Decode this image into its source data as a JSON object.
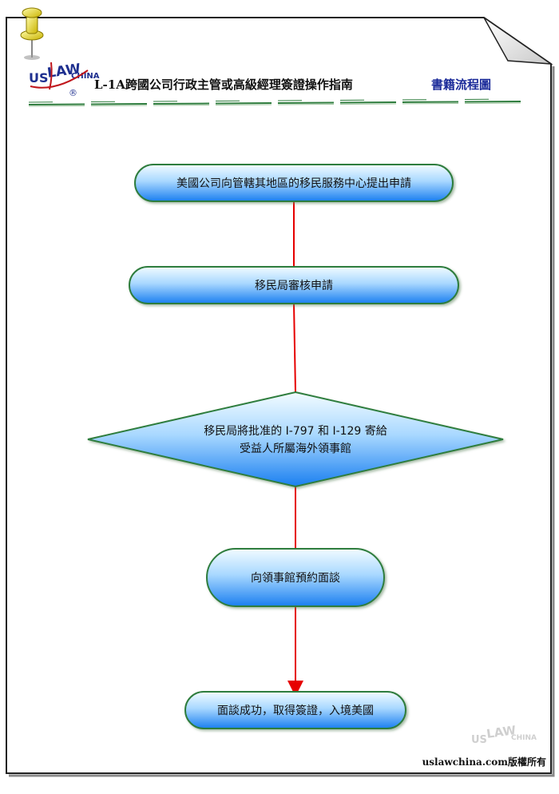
{
  "header": {
    "logo": {
      "text_left": "US",
      "text_right": "LAW",
      "text_small": "CHINA",
      "registered": "®"
    },
    "title": "L-1A跨國公司行政主管或高級經理簽證操作指南",
    "subtitle": "書籍流程圖"
  },
  "flow": {
    "steps": [
      {
        "id": "step1",
        "shape": "rounded",
        "lines": [
          "美國公司向管轄其地區的移民服務中心提出申請"
        ]
      },
      {
        "id": "step2",
        "shape": "rounded",
        "lines": [
          "移民局審核申請"
        ]
      },
      {
        "id": "step3",
        "shape": "diamond",
        "lines": [
          "移民局將批准的 I-797 和 I-129 寄給",
          "受益人所屬海外領事館"
        ]
      },
      {
        "id": "step4",
        "shape": "rounded",
        "lines": [
          "向領事館預約面談"
        ]
      },
      {
        "id": "step5",
        "shape": "rounded",
        "lines": [
          "面談成功，取得簽證，入境美國"
        ]
      }
    ],
    "edges": [
      {
        "from": "step1",
        "to": "step2"
      },
      {
        "from": "step2",
        "to": "step3"
      },
      {
        "from": "step3",
        "to": "step4"
      },
      {
        "from": "step4",
        "to": "step5",
        "arrow": true
      }
    ]
  },
  "watermark": {
    "text_left": "US",
    "text_right": "LAW",
    "text_small": "CHINA"
  },
  "footer": {
    "copyright": "uslawchina.com版權所有"
  },
  "colors": {
    "edge": "#e60000",
    "node_fill_top": "#dff1ff",
    "node_fill_bottom": "#1e82f0",
    "node_border": "#2f7d3e",
    "logo": "#1e2f8f",
    "logo_accent": "#c0151b"
  }
}
